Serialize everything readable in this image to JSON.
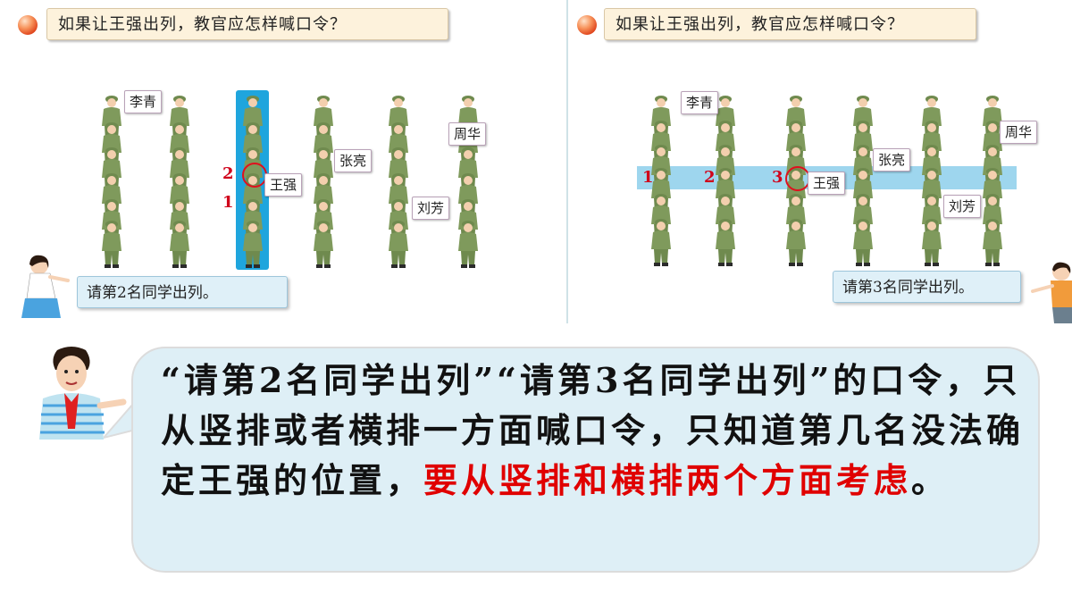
{
  "left_panel": {
    "question": "如果让王强出列，教官应怎样喊口令？",
    "names": {
      "li_qing": "李青",
      "zhou_hua": "周华",
      "zhang_liang": "张亮",
      "wang_qiang": "王强",
      "liu_fang": "刘芳"
    },
    "numbers": [
      "2",
      "1"
    ],
    "speech": "请第2名同学出列。"
  },
  "right_panel": {
    "question": "如果让王强出列，教官应怎样喊口令？",
    "names": {
      "li_qing": "李青",
      "zhou_hua": "周华",
      "zhang_liang": "张亮",
      "wang_qiang": "王强",
      "liu_fang": "刘芳"
    },
    "numbers": [
      "1",
      "2",
      "3"
    ],
    "speech": "请第3名同学出列。"
  },
  "conclusion": {
    "normal": "“请第2名同学出列”“请第3名同学出列”的口令，只从竖排或者横排一方面喊口令，只知道第几名没法确定王强的位置，",
    "highlight": "要从竖排和横排两个方面考虑",
    "end": "。"
  },
  "colors": {
    "highlight_text": "#e00000",
    "column_highlight": "#1fa5dd",
    "row_highlight": "#7dc8e8"
  }
}
